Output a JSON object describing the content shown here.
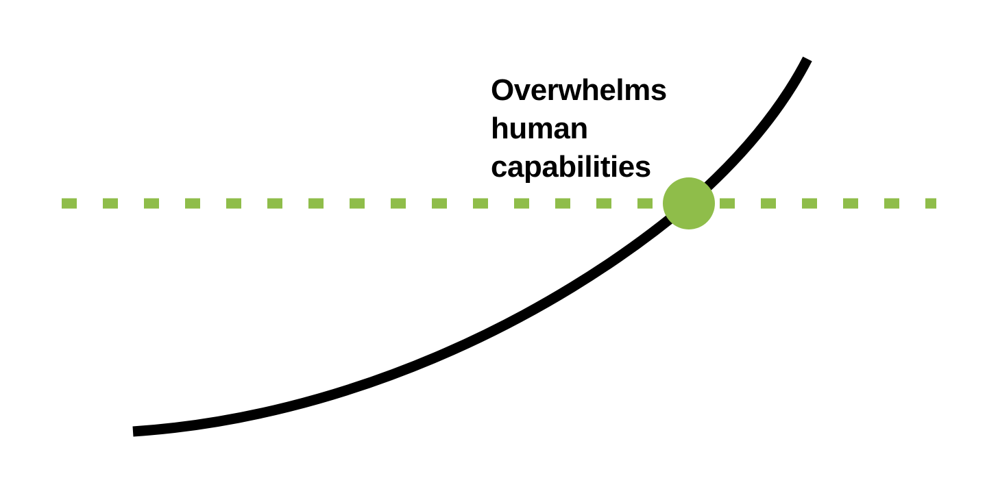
{
  "colors": {
    "background": "#ffffff",
    "curve": "#000000",
    "threshold": "#8fbd4a",
    "intersection": "#8fbd4a",
    "text": "#000000"
  },
  "annotation": {
    "line1": "Overwhelms",
    "line2": "human",
    "line3": "capabilities"
  }
}
